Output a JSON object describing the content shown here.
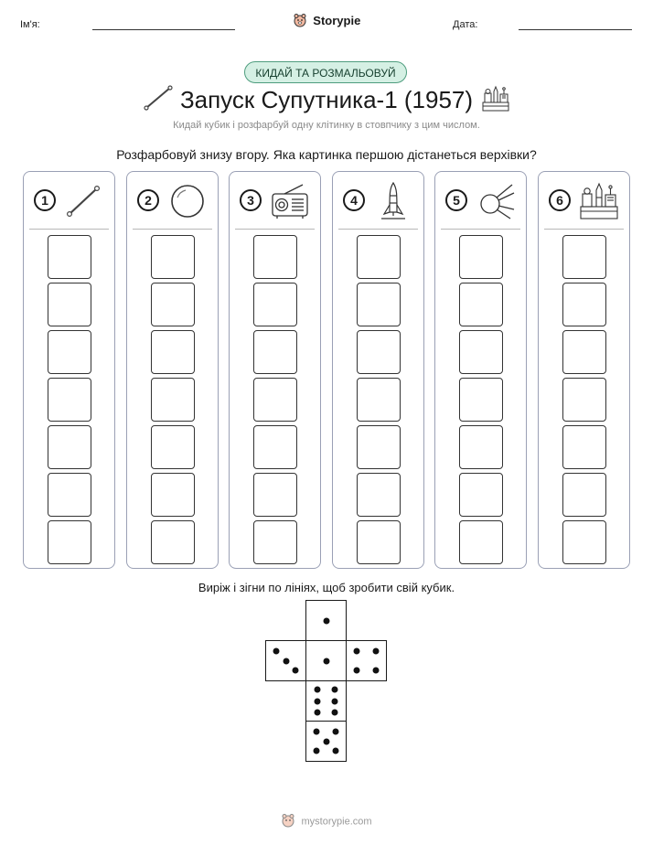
{
  "header": {
    "name_label": "Ім'я:",
    "date_label": "Дата:",
    "brand": "Storypie"
  },
  "badge": "КИДАЙ ТА РОЗМАЛЬОВУЙ",
  "title": "Запуск Супутника-1 (1957)",
  "subtitle": "Кидай кубик і розфарбуй одну клітинку в стовпчику з цим числом.",
  "instruction": "Розфарбовуй знизу вгору. Яка картинка першою дістанеться верхівки?",
  "columns": [
    {
      "number": "1",
      "icon": "antenna-rod-icon",
      "cells": 7
    },
    {
      "number": "2",
      "icon": "sphere-icon",
      "cells": 7
    },
    {
      "number": "3",
      "icon": "radio-icon",
      "cells": 7
    },
    {
      "number": "4",
      "icon": "rocket-icon",
      "cells": 7
    },
    {
      "number": "5",
      "icon": "sputnik-icon",
      "cells": 7
    },
    {
      "number": "6",
      "icon": "space-lab-icon",
      "cells": 7
    }
  ],
  "cut_instruction": "Виріж і зігни по лініях, щоб зробити свій кубик.",
  "dice_faces": [
    1,
    3,
    1,
    4,
    6,
    5
  ],
  "footer": "mystorypie.com"
}
